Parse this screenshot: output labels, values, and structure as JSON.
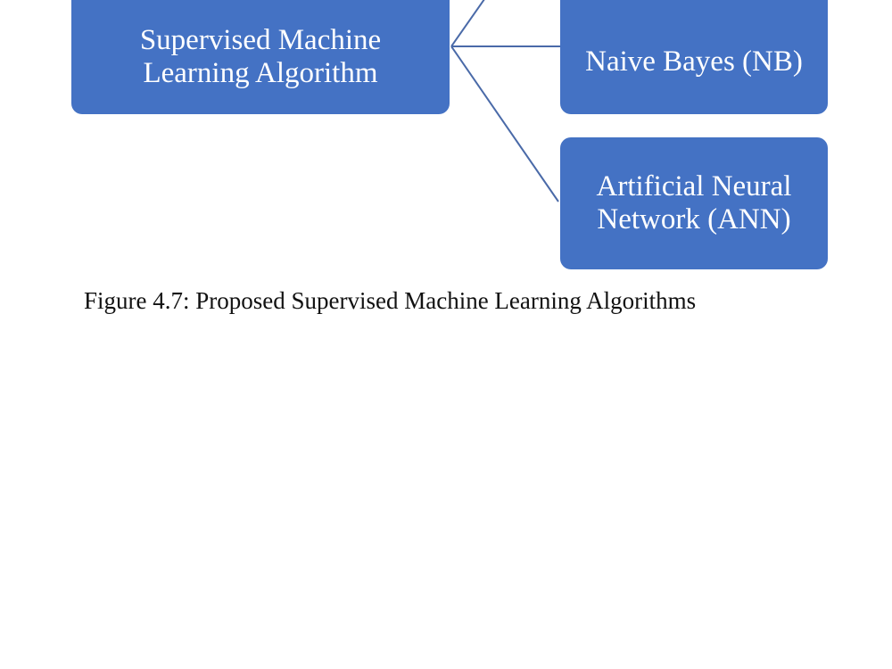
{
  "diagram": {
    "root": {
      "line1": "Supervised Machine",
      "line2": "Learning Algorithm"
    },
    "children": [
      {
        "id": "nb",
        "line1": "Naive Bayes (NB)"
      },
      {
        "id": "ann",
        "line1": "Artificial Neural",
        "line2": "Network (ANN)"
      }
    ],
    "box_color": "#4472c4",
    "connector_color": "#4a6aa8"
  },
  "caption": "Figure 4.7: Proposed Supervised Machine Learning Algorithms"
}
